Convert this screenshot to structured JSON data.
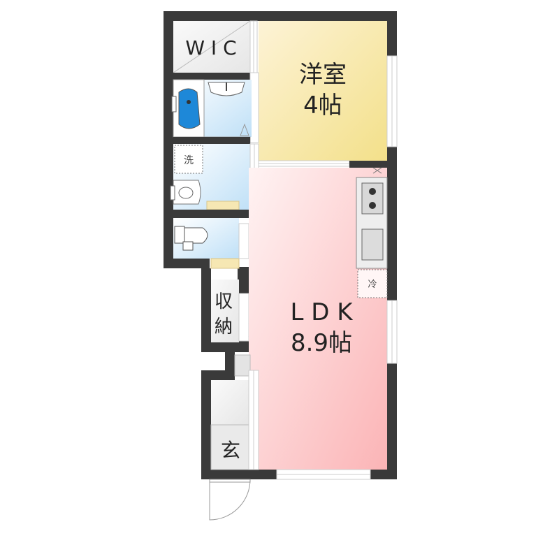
{
  "rooms": {
    "wic": {
      "label": "W I C"
    },
    "western_room": {
      "label": "洋室",
      "size": "4帖"
    },
    "washroom": {
      "label": "洗"
    },
    "storage": {
      "label_line1": "収",
      "label_line2": "納"
    },
    "ldk": {
      "label": "L D K",
      "size": "8.9帖"
    },
    "entrance": {
      "label": "玄"
    }
  },
  "fixtures": {
    "refrigerator": {
      "label": "冷"
    }
  },
  "colors": {
    "wall": "#3a3a3a",
    "western_room_top": "#fdf3d6",
    "western_room_bottom": "#f3e08a",
    "ldk_top": "#fff3f3",
    "ldk_bottom": "#fbb4b6",
    "wet_area_top": "#ffffff",
    "wet_area_bottom": "#bfe0f7",
    "bathtub": "#1e88d8",
    "floor_grey": "#eeeeee",
    "step_yellow": "#f6e7b3"
  }
}
